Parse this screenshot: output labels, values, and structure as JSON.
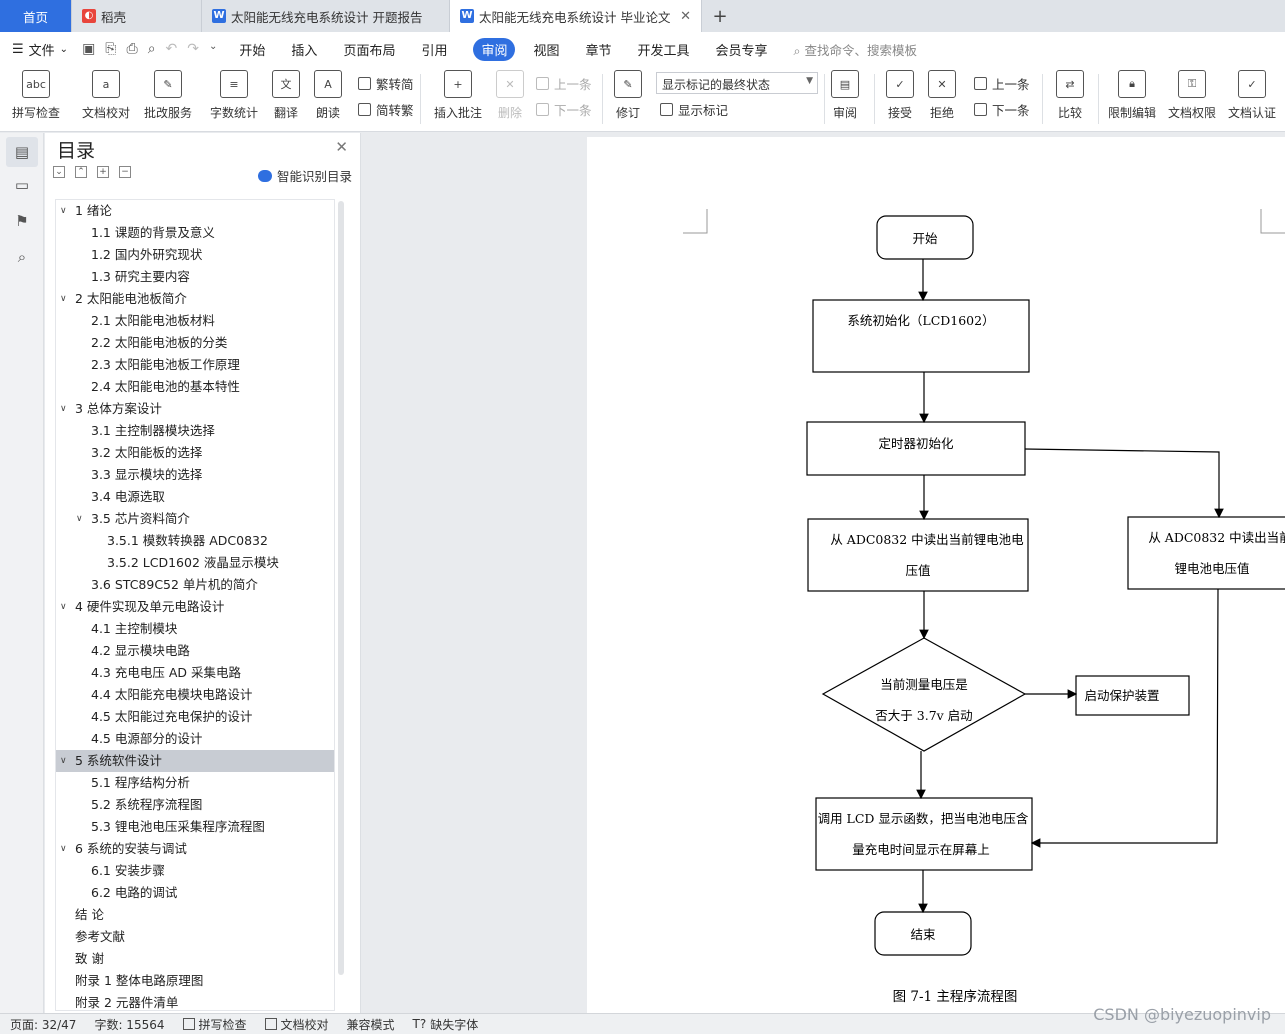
{
  "tabs": [
    {
      "label": "首页"
    },
    {
      "label": "稻壳"
    },
    {
      "label": "太阳能无线充电系统设计 开题报告"
    },
    {
      "label": "太阳能无线充电系统设计 毕业论文"
    }
  ],
  "menu": {
    "file_label": "文件",
    "items": [
      "开始",
      "插入",
      "页面布局",
      "引用",
      "审阅",
      "视图",
      "章节",
      "开发工具",
      "会员专享"
    ],
    "search_placeholder": "查找命令、搜索模板"
  },
  "ribbon": {
    "spell": "拼写检查",
    "proofread": "文档校对",
    "correction": "批改服务",
    "wordcount": "字数统计",
    "translate": "翻译",
    "read": "朗读",
    "to_trad": "繁转简",
    "to_simp": "简转繁",
    "insert_comment": "插入批注",
    "delete": "删除",
    "prev": "上一条",
    "next": "下一条",
    "track": "修订",
    "markup_state": "显示标记的最终状态",
    "show_markup": "显示标记",
    "review": "审阅",
    "accept": "接受",
    "reject": "拒绝",
    "prev2": "上一条",
    "next2": "下一条",
    "compare": "比较",
    "restrict": "限制编辑",
    "permission": "文档权限",
    "certify": "文档认证"
  },
  "toc": {
    "title": "目录",
    "smart": "智能识别目录",
    "items": [
      {
        "label": "1  绪论",
        "level": 1,
        "expanded": true
      },
      {
        "label": "1.1 课题的背景及意义",
        "level": 2
      },
      {
        "label": "1.2 国内外研究现状",
        "level": 2
      },
      {
        "label": "1.3 研究主要内容",
        "level": 2
      },
      {
        "label": "2  太阳能电池板简介",
        "level": 1,
        "expanded": true
      },
      {
        "label": "2.1 太阳能电池板材料",
        "level": 2
      },
      {
        "label": "2.2 太阳能电池板的分类",
        "level": 2
      },
      {
        "label": "2.3 太阳能电池板工作原理",
        "level": 2
      },
      {
        "label": "2.4 太阳能电池的基本特性",
        "level": 2
      },
      {
        "label": "3  总体方案设计",
        "level": 1,
        "expanded": true
      },
      {
        "label": "3.1 主控制器模块选择",
        "level": 2
      },
      {
        "label": "3.2 太阳能板的选择",
        "level": 2
      },
      {
        "label": "3.3 显示模块的选择",
        "level": 2
      },
      {
        "label": "3.4 电源选取",
        "level": 2
      },
      {
        "label": "3.5 芯片资料简介",
        "level": 2,
        "expanded": true
      },
      {
        "label": "3.5.1 模数转换器 ADC0832",
        "level": 3
      },
      {
        "label": "3.5.2 LCD1602 液晶显示模块",
        "level": 3
      },
      {
        "label": "3.6 STC89C52 单片机的简介",
        "level": 2
      },
      {
        "label": "4  硬件实现及单元电路设计",
        "level": 1,
        "expanded": true
      },
      {
        "label": "4.1 主控制模块",
        "level": 2
      },
      {
        "label": "4.2 显示模块电路",
        "level": 2
      },
      {
        "label": "4.3 充电电压 AD 采集电路",
        "level": 2
      },
      {
        "label": "4.4 太阳能充电模块电路设计",
        "level": 2
      },
      {
        "label": "4.5 太阳能过充电保护的设计",
        "level": 2
      },
      {
        "label": "4.5 电源部分的设计",
        "level": 2
      },
      {
        "label": "5  系统软件设计",
        "level": 1,
        "expanded": true,
        "selected": true
      },
      {
        "label": "5.1 程序结构分析",
        "level": 2
      },
      {
        "label": "5.2 系统程序流程图",
        "level": 2
      },
      {
        "label": "5.3 锂电池电压采集程序流程图",
        "level": 2
      },
      {
        "label": "6  系统的安装与调试",
        "level": 1,
        "expanded": true
      },
      {
        "label": "6.1 安装步骤",
        "level": 2
      },
      {
        "label": "6.2 电路的调试",
        "level": 2
      },
      {
        "label": "结    论",
        "level": 1
      },
      {
        "label": "参考文献",
        "level": 1
      },
      {
        "label": "致    谢",
        "level": 1
      },
      {
        "label": "附录 1 整体电路原理图",
        "level": 1
      },
      {
        "label": "附录 2 元器件清单",
        "level": 1
      }
    ]
  },
  "flowchart": {
    "start": "开始",
    "init_lcd": "系统初始化（LCD1602）",
    "init_timer": "定时器初始化",
    "read_left_1": "从 ADC0832 中读出当前锂电池电",
    "read_left_2": "压值",
    "read_right_1": "从 ADC0832 中读出当前",
    "read_right_2": "锂电池电压值",
    "decision_1": "当前测量电压是",
    "decision_2": "否大于 3.7v 启动",
    "protect": "启动保护装置",
    "display_1": "调用 LCD 显示函数，把当电池电压含",
    "display_2": "量充电时间显示在屏幕上",
    "end": "结束",
    "caption": "图 7-1  主程序流程图"
  },
  "status": {
    "page": "页面: 32/47",
    "words": "字数: 15564",
    "spell": "拼写检查",
    "proof": "文档校对",
    "compat": "兼容模式",
    "font": "缺失字体"
  },
  "watermark": "CSDN @biyezuopinvip",
  "colors": {
    "accent": "#2f6fe0",
    "selected_toc": "#c8ccd3"
  }
}
